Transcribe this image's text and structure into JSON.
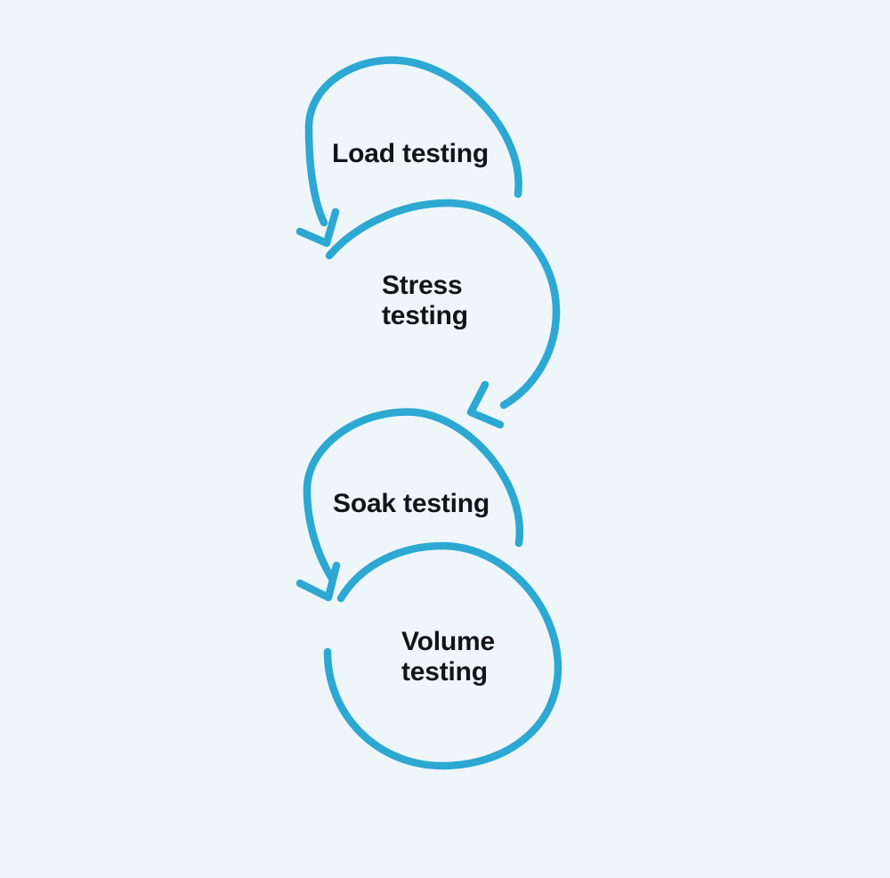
{
  "colors": {
    "background": "#EEF6FA",
    "loop_stroke": "#2CA8D3",
    "label_text": "#121417"
  },
  "diagram": {
    "kind": "loop-arrow-sequence",
    "steps": [
      {
        "id": "load-testing",
        "label": "Load testing",
        "lines": [
          "Load testing"
        ]
      },
      {
        "id": "stress-testing",
        "label": "Stress testing",
        "lines": [
          "Stress",
          "testing"
        ]
      },
      {
        "id": "soak-testing",
        "label": "Soak testing",
        "lines": [
          "Soak testing"
        ]
      },
      {
        "id": "volume-testing",
        "label": "Volume testing",
        "lines": [
          "Volume",
          "testing"
        ]
      }
    ],
    "flow": [
      "Load testing -> Stress testing",
      "Stress testing -> Soak testing",
      "Soak testing -> Volume testing"
    ]
  }
}
